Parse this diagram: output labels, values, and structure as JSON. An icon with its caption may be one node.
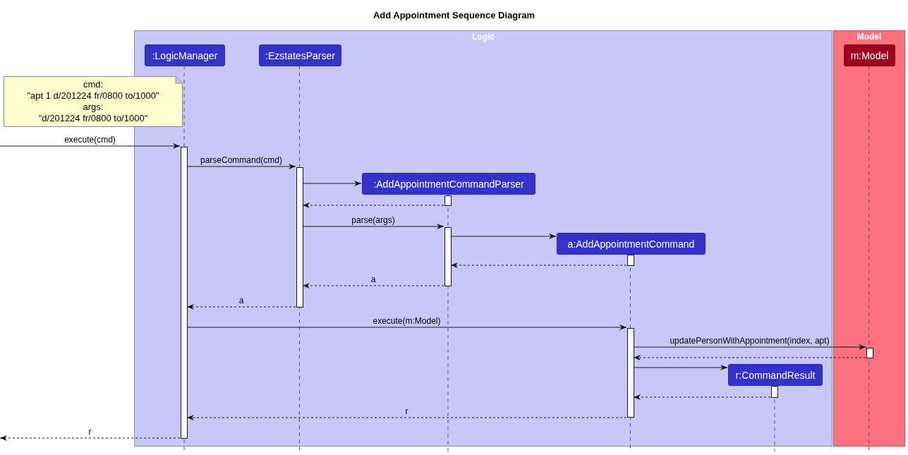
{
  "diagram": {
    "title": "Add Appointment Sequence Diagram",
    "nodes": [
      {
        "text": [
          "Logic"
        ]
      },
      {
        "text": [
          "Model"
        ]
      },
      {
        "text": [
          ":LogicManager"
        ],
        "in": 0
      },
      {
        "text": [
          ":EzstatesParser"
        ],
        "in": 0
      },
      {
        "text": [
          ":AddAppointmentCommandParser"
        ],
        "in": 0
      },
      {
        "text": [
          "a:AddAppointmentCommand"
        ],
        "in": 0
      },
      {
        "text": [
          "r:CommandResult"
        ],
        "in": 0
      },
      {
        "text": [
          "m:Model"
        ],
        "in": 1
      },
      {
        "text": [
          "cmd:",
          "\"apt 1 d/201224 fr/0800 to/1000\"",
          "args:",
          "\"d/201224 fr/0800 to/1000\""
        ]
      },
      {
        "text": [],
        "shape": "bar",
        "in": 0
      },
      {
        "text": [],
        "shape": "bar",
        "in": 0
      },
      {
        "text": [],
        "shape": "bar",
        "in": 0
      },
      {
        "text": [],
        "shape": "bar",
        "in": 0
      },
      {
        "text": [],
        "shape": "bar",
        "in": 0
      },
      {
        "text": [],
        "shape": "bar",
        "in": 0
      },
      {
        "text": [],
        "shape": "bar",
        "in": 0
      },
      {
        "text": [],
        "shape": "bar",
        "in": 1
      }
    ],
    "edges": [
      {
        "from": null,
        "to": 9,
        "arrow": "to",
        "label": "execute(cmd)"
      },
      {
        "from": 9,
        "to": 10,
        "arrow": "to",
        "label": "parseCommand(cmd)"
      },
      {
        "from": 10,
        "to": 4,
        "arrow": "to"
      },
      {
        "from": 11,
        "to": 10,
        "arrow": "to",
        "style": "dashed"
      },
      {
        "from": 10,
        "to": 12,
        "arrow": "to",
        "label": "parse(args)"
      },
      {
        "from": 12,
        "to": 5,
        "arrow": "to"
      },
      {
        "from": 13,
        "to": 12,
        "arrow": "to",
        "style": "dashed"
      },
      {
        "from": 12,
        "to": 10,
        "arrow": "to",
        "label": "a",
        "style": "dashed"
      },
      {
        "from": 10,
        "to": 9,
        "arrow": "to",
        "label": "a",
        "style": "dashed"
      },
      {
        "from": 9,
        "to": 14,
        "arrow": "to",
        "label": "execute(m:Model)"
      },
      {
        "from": 14,
        "to": 16,
        "arrow": "to",
        "label": "updatePersonWithAppointment(index, apt)"
      },
      {
        "from": 16,
        "to": 14,
        "arrow": "to",
        "style": "dashed"
      },
      {
        "from": 14,
        "to": 6,
        "arrow": "to"
      },
      {
        "from": 15,
        "to": 14,
        "arrow": "to",
        "style": "dashed"
      },
      {
        "from": 14,
        "to": 9,
        "arrow": "to",
        "label": "r",
        "style": "dashed"
      },
      {
        "from": 9,
        "to": null,
        "arrow": "to",
        "label": "r",
        "style": "dashed"
      }
    ]
  }
}
